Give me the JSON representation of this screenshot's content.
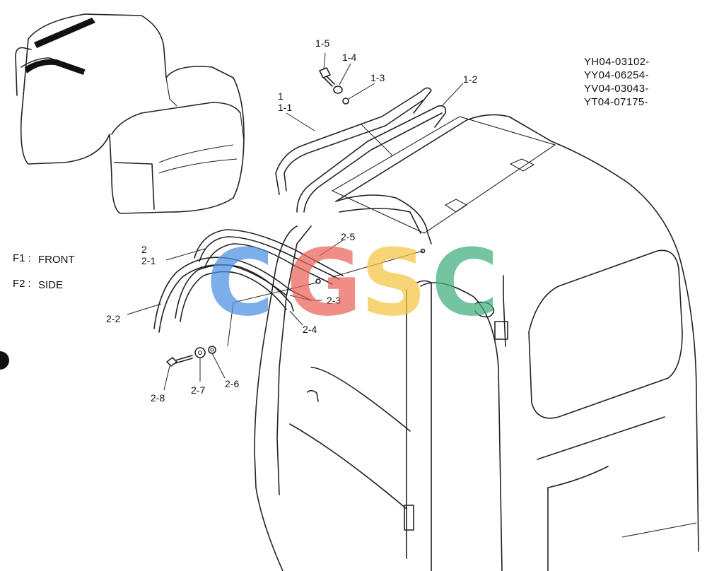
{
  "serials": [
    "YH04-03102-",
    "YY04-06254-",
    "YV04-03043-",
    "YT04-07175-"
  ],
  "legend": [
    {
      "code": "F1 :",
      "text": "FRONT"
    },
    {
      "code": "F2 :",
      "text": "SIDE"
    }
  ],
  "callouts": {
    "c1": "1",
    "c1_1": "1-1",
    "c1_2": "1-2",
    "c1_3": "1-3",
    "c1_4": "1-4",
    "c1_5": "1-5",
    "c2": "2",
    "c2_1": "2-1",
    "c2_2": "2-2",
    "c2_3": "2-3",
    "c2_4": "2-4",
    "c2_5": "2-5",
    "c2_6": "2-6",
    "c2_7": "2-7",
    "c2_8": "2-8"
  },
  "watermark": {
    "letters": [
      "C",
      "G",
      "S",
      "C"
    ],
    "colors": [
      "#4a90e2",
      "#e8645a",
      "#f5c542",
      "#3fae7d"
    ]
  }
}
